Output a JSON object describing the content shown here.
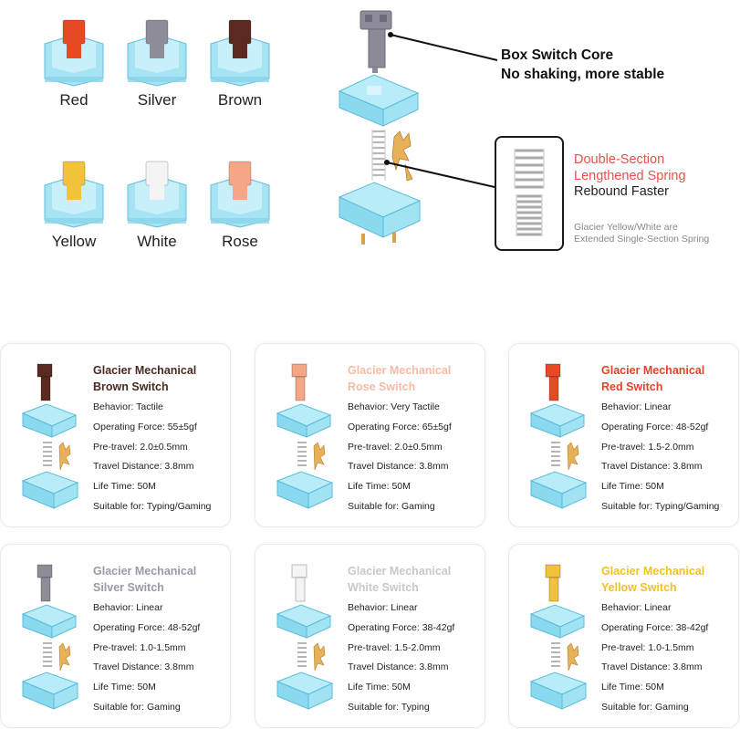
{
  "swatches": [
    {
      "label": "Red",
      "color": "#e64a24"
    },
    {
      "label": "Silver",
      "color": "#8e8c96"
    },
    {
      "label": "Brown",
      "color": "#5a2a20"
    },
    {
      "label": "Yellow",
      "color": "#f2c23a"
    },
    {
      "label": "White",
      "color": "#f4f4f4"
    },
    {
      "label": "Rose",
      "color": "#f5a686"
    }
  ],
  "diagram": {
    "core_title": "Box Switch Core",
    "core_subtitle": "No shaking, more stable",
    "spring_title_line1": "Double-Section",
    "spring_title_line2": "Lengthened Spring",
    "spring_subtitle": "Rebound Faster",
    "spring_note_line1": "Glacier Yellow/White are",
    "spring_note_line2": "Extended Single-Section Spring"
  },
  "spec_labels": {
    "behavior": "Behavior",
    "force": "Operating Force",
    "pretravel": "Pre-travel",
    "travel": "Travel Distance",
    "life": "Life Time",
    "suitable": "Suitable for"
  },
  "cards": [
    {
      "title1": "Glacier Mechanical",
      "title2": "Brown Switch",
      "title_color": "#4a2a22",
      "stem_color": "#5a2a20",
      "behavior": "Tactile",
      "force": "55±5gf",
      "pretravel": "2.0±0.5mm",
      "travel": "3.8mm",
      "life": "50M",
      "suitable": "Typing/Gaming"
    },
    {
      "title1": "Glacier Mechanical",
      "title2": "Rose Switch",
      "title_color": "#f6bba6",
      "stem_color": "#f5a686",
      "behavior": "Very Tactile",
      "force": "65±5gf",
      "pretravel": "2.0±0.5mm",
      "travel": "3.8mm",
      "life": "50M",
      "suitable": "Gaming"
    },
    {
      "title1": "Glacier Mechanical",
      "title2": "Red Switch",
      "title_color": "#e2442a",
      "stem_color": "#e64a24",
      "behavior": "Linear",
      "force": "48-52gf",
      "pretravel": "1.5-2.0mm",
      "travel": "3.8mm",
      "life": "50M",
      "suitable": "Typing/Gaming"
    },
    {
      "title1": "Glacier Mechanical",
      "title2": "Silver Switch",
      "title_color": "#9a9aa8",
      "stem_color": "#8e8c96",
      "behavior": "Linear",
      "force": "48-52gf",
      "pretravel": "1.0-1.5mm",
      "travel": "3.8mm",
      "life": "50M",
      "suitable": "Gaming"
    },
    {
      "title1": "Glacier Mechanical",
      "title2": "White Switch",
      "title_color": "#c8c8c8",
      "stem_color": "#f4f4f4",
      "behavior": "Linear",
      "force": "38-42gf",
      "pretravel": "1.5-2.0mm",
      "travel": "3.8mm",
      "life": "50M",
      "suitable": "Typing"
    },
    {
      "title1": "Glacier Mechanical",
      "title2": "Yellow Switch",
      "title_color": "#f2c21e",
      "stem_color": "#f2c23a",
      "behavior": "Linear",
      "force": "38-42gf",
      "pretravel": "1.0-1.5mm",
      "travel": "3.8mm",
      "life": "50M",
      "suitable": "Gaming"
    }
  ]
}
